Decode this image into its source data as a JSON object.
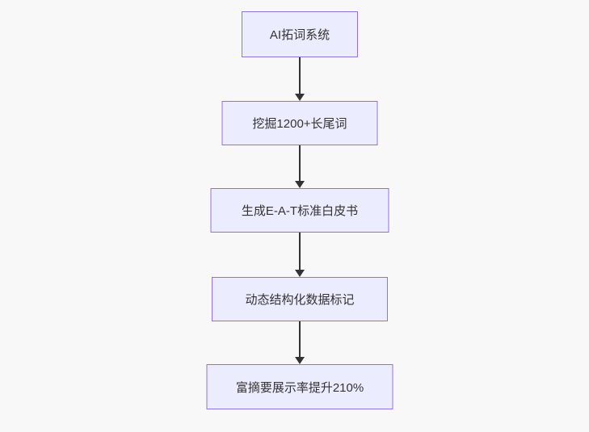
{
  "diagram": {
    "type": "flowchart",
    "direction": "top-down",
    "nodes": [
      {
        "id": "n1",
        "label": "AI拓词系统"
      },
      {
        "id": "n2",
        "label": "挖掘1200+长尾词"
      },
      {
        "id": "n3",
        "label": "生成E-A-T标准白皮书"
      },
      {
        "id": "n4",
        "label": "动态结构化数据标记"
      },
      {
        "id": "n5",
        "label": "富摘要展示率提升210%"
      }
    ],
    "edges": [
      {
        "from": "n1",
        "to": "n2",
        "style": "arrow-down"
      },
      {
        "from": "n2",
        "to": "n3",
        "style": "arrow-down"
      },
      {
        "from": "n3",
        "to": "n4",
        "style": "arrow-down"
      },
      {
        "from": "n4",
        "to": "n5",
        "style": "arrow-down"
      }
    ],
    "colors": {
      "background": "#f8f8f8",
      "node_fill": "#ECECFF",
      "node_border": "#9370DB",
      "edge": "#333333",
      "text": "#333333"
    }
  }
}
